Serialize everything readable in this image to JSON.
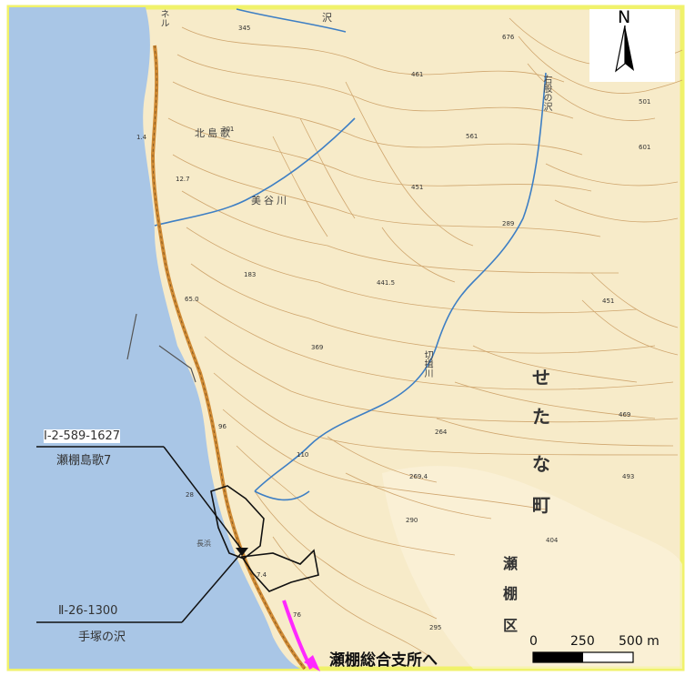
{
  "map": {
    "north_label": "N",
    "callouts": [
      {
        "code": "Ⅰ-2-589-1627",
        "name": "瀬棚島歌7"
      },
      {
        "code": "Ⅱ-26-1300",
        "name": "手塚の沢"
      }
    ],
    "destination": "瀬棚総合支所へ",
    "town_vertical": [
      "せ",
      "た",
      "な",
      "町"
    ],
    "district_vertical": [
      "瀬",
      "棚",
      "区"
    ],
    "scale": {
      "labels": [
        "0",
        "250",
        "500 m"
      ]
    },
    "place_labels": [
      "北島歌",
      "美谷川",
      "切揖川",
      "長浜",
      "右股の沢",
      "沢",
      "ネル"
    ],
    "elevations": [
      "345",
      "676",
      "461",
      "501",
      "561",
      "601",
      "201",
      "451",
      "289",
      "183",
      "441.5",
      "451",
      "369",
      "469",
      "264",
      "493",
      "110",
      "269.4",
      "290",
      "404",
      "96",
      "76",
      "295",
      "7.4",
      "28",
      "65.0",
      "1.4",
      "12.7"
    ],
    "colors": {
      "sea": "#a9c6e6",
      "land": "#f7ebc9",
      "contour": "#c99a5f",
      "river": "#3e7fc4",
      "road": "#cf8a34",
      "frame": "#f0f26b",
      "arrow": "#ff28ff",
      "boundary": "#111111"
    }
  }
}
